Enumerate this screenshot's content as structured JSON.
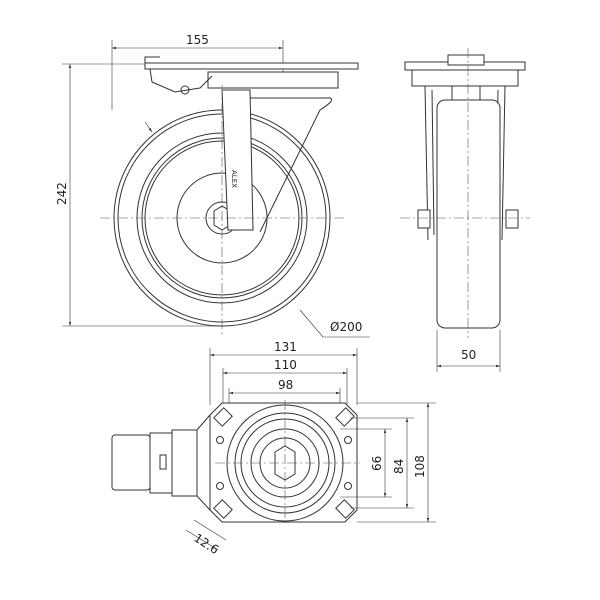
{
  "title": "Swivel castor with brake – dimensional drawing",
  "side_view": {
    "width_dim": "155",
    "height_dim": "242",
    "diameter_dim": "Ø200",
    "logo_text": "ALEX"
  },
  "front_view": {
    "wheel_width_dim": "50"
  },
  "top_view": {
    "plate_width_dim": "131",
    "hole_spacing_outer_dim": "110",
    "hole_spacing_inner_dim": "98",
    "hole_spacing_vertical_inner_dim": "66",
    "hole_spacing_vertical_outer_dim": "84",
    "plate_height_dim": "108",
    "slot_dim": "12.6"
  }
}
